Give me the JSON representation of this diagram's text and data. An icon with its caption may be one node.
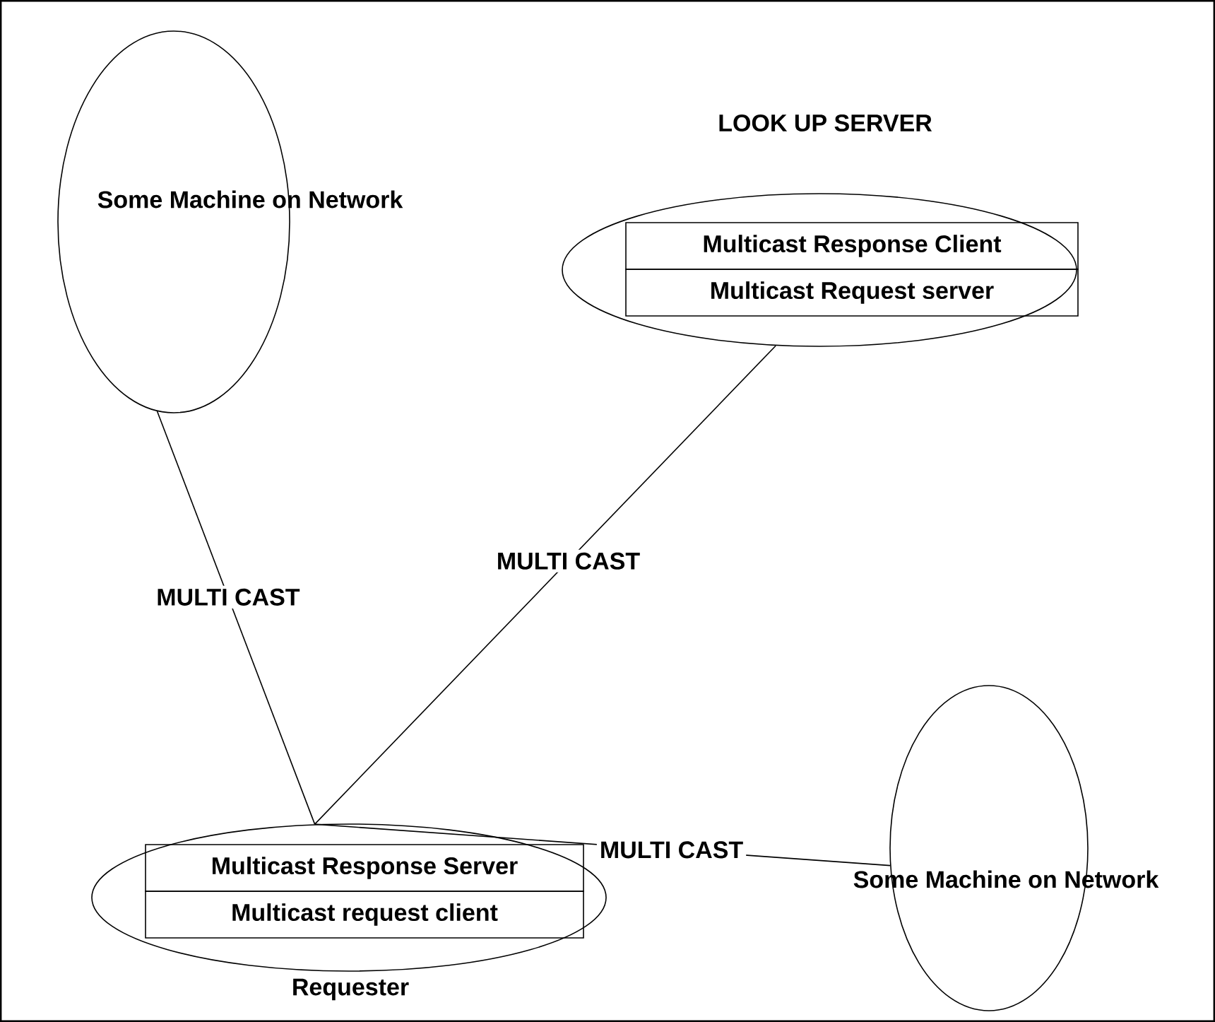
{
  "diagram": {
    "nodes": [
      {
        "text": [
          "Some Machine on Network"
        ]
      },
      {
        "text": [
          "LOOK UP SERVER"
        ]
      },
      {
        "text": [
          "Multicast Response Client"
        ],
        "in": 1
      },
      {
        "text": [
          "Multicast Request server"
        ],
        "in": 1
      },
      {
        "text": [
          "Requester"
        ]
      },
      {
        "text": [
          "Multicast Response Server"
        ],
        "in": 4
      },
      {
        "text": [
          "Multicast request client"
        ],
        "in": 4
      },
      {
        "text": [
          "Some Machine on Network"
        ]
      }
    ],
    "edges": [
      {
        "from": 0,
        "to": 4,
        "arrow": "none",
        "label": "MULTI CAST"
      },
      {
        "from": 1,
        "to": 4,
        "arrow": "none",
        "label": "MULTI CAST"
      },
      {
        "from": 7,
        "to": 4,
        "arrow": "none",
        "label": "MULTI CAST"
      }
    ]
  }
}
